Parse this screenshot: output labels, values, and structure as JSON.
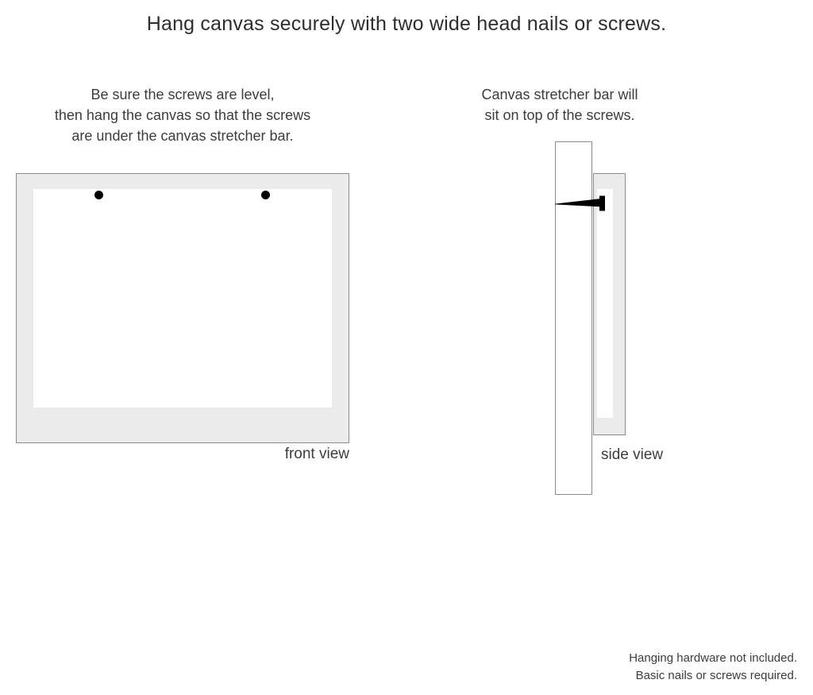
{
  "title": "Hang canvas securely with two wide head nails or screws.",
  "captions": {
    "left": [
      "Be sure the screws are level,",
      "then hang the canvas so that the screws",
      "are under the canvas stretcher bar."
    ],
    "right": [
      "Canvas stretcher bar will",
      "sit on top of the screws."
    ]
  },
  "labels": {
    "front_view": "front view",
    "side_view": "side view"
  },
  "disclaimer": [
    "Hanging hardware not included.",
    "Basic nails or screws required."
  ],
  "colors": {
    "frame_fill": "#ebebeb",
    "frame_border": "#8c8c8c",
    "canvas_face": "#ffffff",
    "screw": "#000000",
    "text": "#3c3c3c",
    "background": "#ffffff"
  },
  "diagram": {
    "front_view": {
      "screw_count": 2,
      "screw_positions": [
        "left",
        "right"
      ]
    },
    "side_view": {
      "elements": [
        "wall",
        "canvas-stretcher-bar",
        "screw"
      ]
    }
  }
}
